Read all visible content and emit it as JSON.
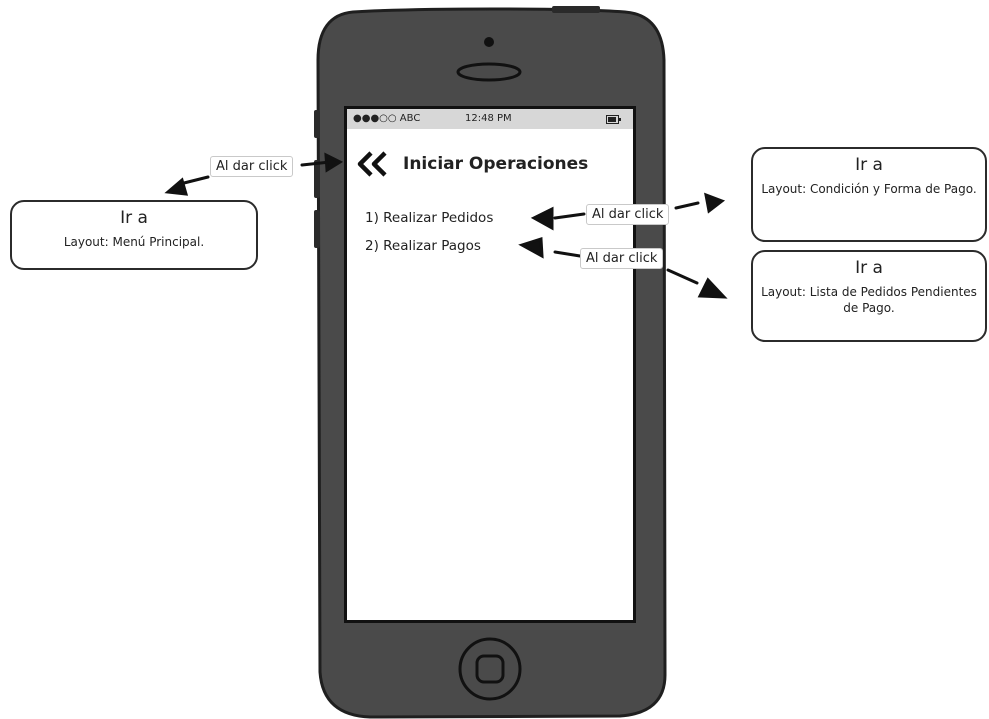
{
  "phone": {
    "status_bar": {
      "carrier": "●●●○○ ABC",
      "time": "12:48 PM"
    },
    "title": "Iniciar Operaciones",
    "menu": [
      {
        "label": "1) Realizar Pedidos"
      },
      {
        "label": "2) Realizar Pagos"
      }
    ]
  },
  "notes": {
    "back": "Al dar click",
    "pedidos": "Al dar click",
    "pagos": "Al dar click"
  },
  "callouts": {
    "menu_principal": {
      "title": "Ir a",
      "text": "Layout: Menú Principal."
    },
    "condicion_pago": {
      "title": "Ir a",
      "text": "Layout: Condición y Forma de Pago."
    },
    "lista_pedidos": {
      "title": "Ir a",
      "text": "Layout: Lista de Pedidos Pendientes de Pago."
    }
  }
}
